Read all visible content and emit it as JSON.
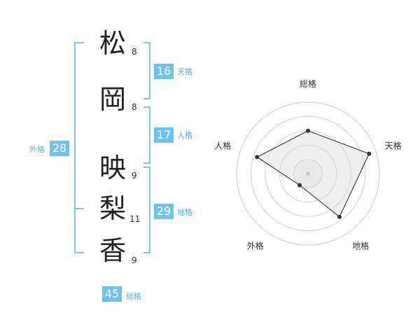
{
  "name": {
    "chars": [
      {
        "char": "松",
        "strokes": "8"
      },
      {
        "char": "岡",
        "strokes": "8"
      },
      {
        "char": "映",
        "strokes": "9"
      },
      {
        "char": "梨",
        "strokes": "11"
      },
      {
        "char": "香",
        "strokes": "9"
      }
    ]
  },
  "kaku": {
    "tenkaku": {
      "value": "16",
      "label": "天格"
    },
    "jinkaku": {
      "value": "17",
      "label": "人格"
    },
    "chikaku": {
      "value": "29",
      "label": "地格"
    },
    "gaikaku": {
      "value": "28",
      "label": "外格"
    },
    "soukaku": {
      "value": "45",
      "label": "総格"
    }
  },
  "colors": {
    "badge": "#6ec2f0",
    "bracket": "#7cc6ef",
    "label": "#5ab0e8"
  },
  "chart_data": {
    "type": "radar",
    "axes": [
      "総格",
      "天格",
      "地格",
      "外格",
      "人格"
    ],
    "values": [
      0.6,
      0.9,
      0.75,
      0.2,
      0.75
    ],
    "rings": 5,
    "max": 1
  }
}
